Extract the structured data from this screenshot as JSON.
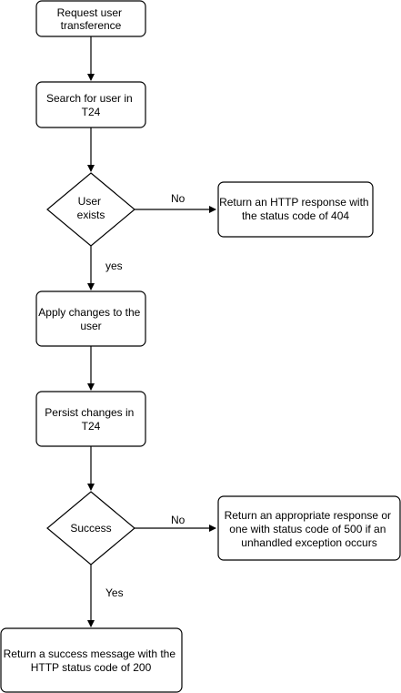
{
  "nodes": {
    "request_user_transference": [
      "Request user",
      "transference"
    ],
    "search_for_user": [
      "Search for user in",
      "T24"
    ],
    "user_exists": [
      "User",
      "exists"
    ],
    "return_404": [
      "Return an HTTP response with",
      "the status code of 404"
    ],
    "apply_changes": [
      "Apply changes to the",
      "user"
    ],
    "persist_changes": [
      "Persist changes in",
      "T24"
    ],
    "success": [
      "Success"
    ],
    "return_500": [
      "Return an appropriate response or",
      "one with status code of 500 if an",
      "unhandled exception occurs"
    ],
    "return_200": [
      "Return a success message with the",
      "HTTP status code of 200"
    ]
  },
  "edge_labels": {
    "exists_no": "No",
    "exists_yes": "yes",
    "success_no": "No",
    "success_yes": "Yes"
  }
}
